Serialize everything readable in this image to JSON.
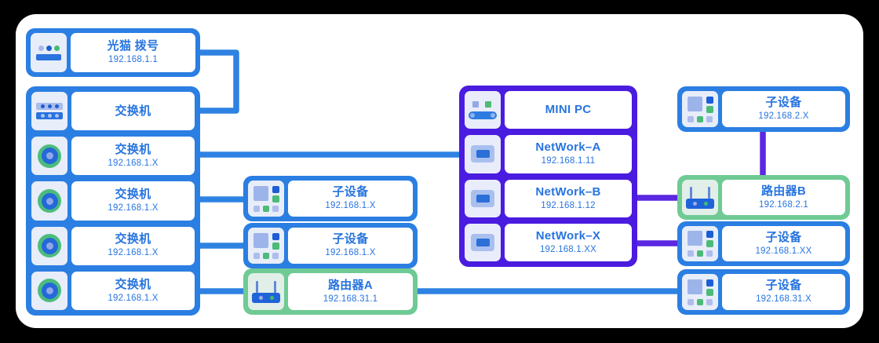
{
  "colors": {
    "node_blue": "#2b7ee2",
    "node_green": "#6fca94",
    "group_purple": "#4a1ce0",
    "wire_blue": "#2e82e2",
    "wire_purple": "#5b27e0",
    "text_blue": "#2774df"
  },
  "nodes": {
    "modem": {
      "label": "光猫 拨号",
      "ip": "192.168.1.1"
    },
    "switch_group": {
      "rows": [
        {
          "label": "交换机"
        },
        {
          "label": "交换机",
          "ip": "192.168.1.X"
        },
        {
          "label": "交换机",
          "ip": "192.168.1.X"
        },
        {
          "label": "交换机",
          "ip": "192.168.1.X"
        },
        {
          "label": "交换机",
          "ip": "192.168.1.X"
        }
      ]
    },
    "sub_mid_1": {
      "label": "子设备",
      "ip": "192.168.1.X"
    },
    "sub_mid_2": {
      "label": "子设备",
      "ip": "192.168.1.X"
    },
    "router_a": {
      "label": "路由器A",
      "ip": "192.168.31.1"
    },
    "mini_group": {
      "rows": [
        {
          "label": "MINI PC"
        },
        {
          "label": "NetWork–A",
          "ip": "192.168.1.11"
        },
        {
          "label": "NetWork–B",
          "ip": "192.168.1.12"
        },
        {
          "label": "NetWork–X",
          "ip": "192.168.1.XX"
        }
      ]
    },
    "sub_right_1": {
      "label": "子设备",
      "ip": "192.168.2.X"
    },
    "router_b": {
      "label": "路由器B",
      "ip": "192.168.2.1"
    },
    "sub_right_2": {
      "label": "子设备",
      "ip": "192.168.1.XX"
    },
    "sub_right_3": {
      "label": "子设备",
      "ip": "192.168.31.X"
    }
  },
  "connections": [
    {
      "from": "modem",
      "to": "switch-group-row-1",
      "color": "blue"
    },
    {
      "from": "switch-group-row-2",
      "to": "network-a",
      "color": "blue"
    },
    {
      "from": "switch-group-row-3",
      "to": "sub-device-mid-1",
      "color": "blue"
    },
    {
      "from": "switch-group-row-4",
      "to": "sub-device-mid-2",
      "color": "blue"
    },
    {
      "from": "switch-group-row-5",
      "to": "router-a",
      "color": "blue"
    },
    {
      "from": "router-a",
      "to": "sub-device-192.168.31.X",
      "color": "blue"
    },
    {
      "from": "network-b",
      "to": "router-b",
      "color": "purple"
    },
    {
      "from": "network-x",
      "to": "sub-device-192.168.1.XX",
      "color": "purple"
    },
    {
      "from": "sub-device-192.168.2.X",
      "to": "router-b",
      "color": "purple"
    }
  ]
}
